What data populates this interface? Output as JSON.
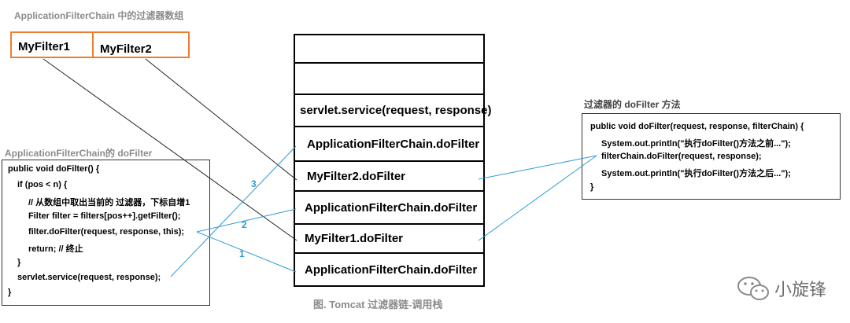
{
  "filter_array": {
    "caption": "ApplicationFilterChain 中的过滤器数组",
    "cells": [
      "MyFilter1",
      "MyFilter2"
    ]
  },
  "left_code": {
    "caption": "ApplicationFilterChain的 doFilter",
    "lines": [
      "public void doFilter() {",
      "if (pos < n) {",
      "// 从数组中取出当前的 过滤器，下标自增1",
      "Filter filter = filters[pos++].getFilter();",
      "filter.doFilter(request, response, this);",
      "return;     // 终止",
      "}",
      "servlet.service(request, response);",
      "}"
    ]
  },
  "stack": {
    "slots": [
      "",
      "",
      "servlet.service(request, response)",
      "ApplicationFilterChain.doFilter",
      "MyFilter2.doFilter",
      "ApplicationFilterChain.doFilter",
      "MyFilter1.doFilter",
      "ApplicationFilterChain.doFilter"
    ],
    "caption": "图. Tomcat 过滤器链-调用栈"
  },
  "right_code": {
    "caption": "过滤器的 doFilter 方法",
    "lines": [
      "public void doFilter(request, response, filterChain)  {",
      "System.out.println(\"执行doFilter()方法之前...\");",
      "filterChain.doFilter(request, response);",
      "System.out.println(\"执行doFilter()方法之后...\");",
      "}"
    ]
  },
  "step_numbers": [
    "1",
    "2",
    "3"
  ],
  "watermark": {
    "text": "小旋锋"
  },
  "colors": {
    "array_border": "#ed7d31",
    "arrow_blue": "#2e9bd6",
    "caption_gray": "#8c8c8c"
  }
}
